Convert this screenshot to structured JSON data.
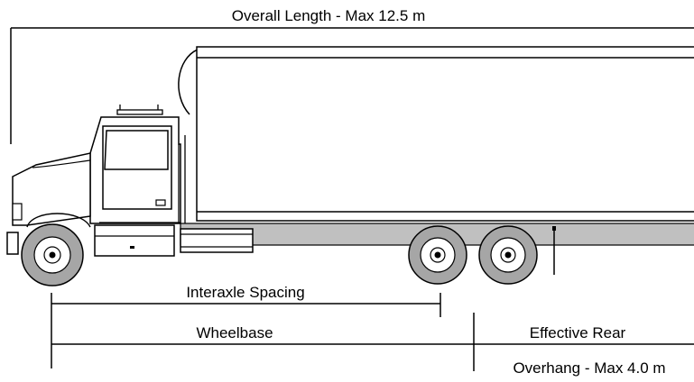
{
  "labels": {
    "overall_length": "Overall Length - Max 12.5 m",
    "interaxle_spacing": "Interaxle Spacing",
    "wheelbase": "Wheelbase",
    "effective_rear": "Effective Rear",
    "overhang": "Overhang - Max 4.0 m"
  },
  "colors": {
    "line": "#000000",
    "truck_fill": "#ffffff",
    "frame_gray": "#c0c0c0",
    "tire_gray": "#a6a6a6",
    "hub_white": "#ffffff",
    "background": "#ffffff"
  }
}
